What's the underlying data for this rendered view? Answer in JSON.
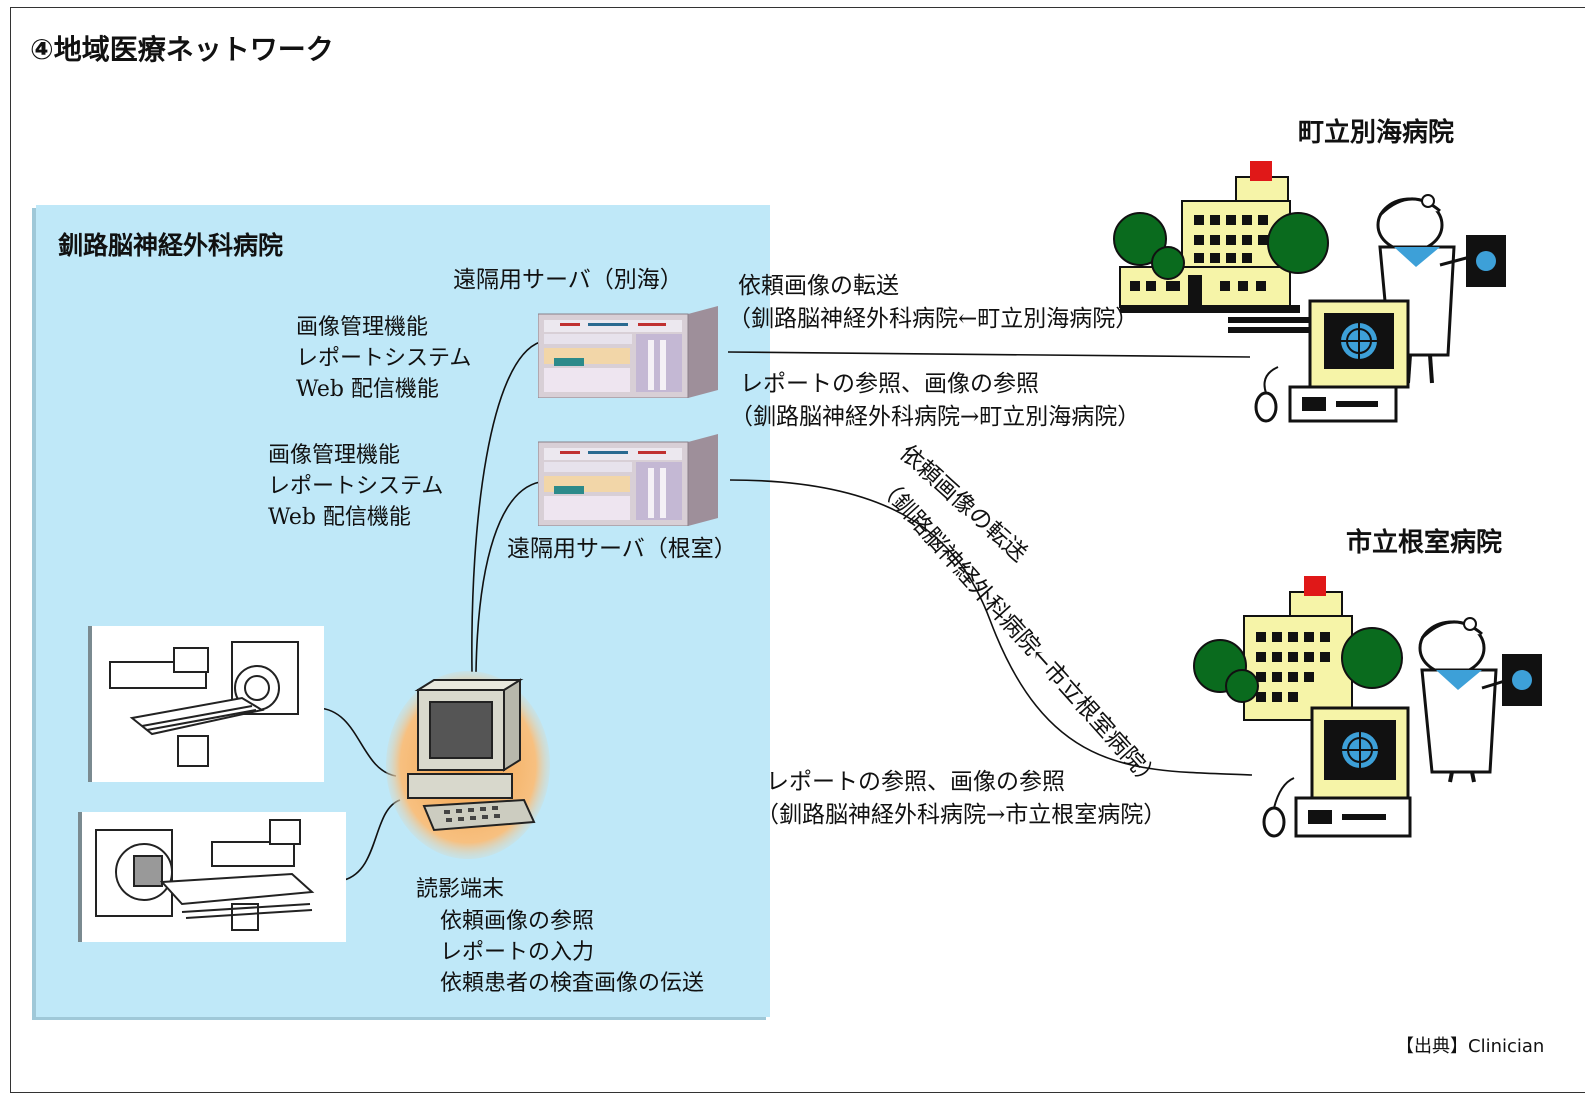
{
  "title": "④地域医療ネットワーク",
  "source": "【出典】Clinician",
  "main_hospital": {
    "name": "釧路脳神経外科病院",
    "server_betsukai": {
      "label": "遠隔用サーバ（別海）",
      "functions": [
        "画像管理機能",
        "レポートシステム",
        "Web 配信機能"
      ]
    },
    "server_nemuro": {
      "label": "遠隔用サーバ（根室）",
      "functions": [
        "画像管理機能",
        "レポートシステム",
        "Web 配信機能"
      ]
    },
    "terminal": {
      "label": "読影端末",
      "functions": [
        "依頼画像の参照",
        "レポートの入力",
        "依頼患者の検査画像の伝送"
      ]
    }
  },
  "remote_hospitals": {
    "betsukai": "町立別海病院",
    "nemuro": "市立根室病院"
  },
  "flows": {
    "betsukai_upload": [
      "依頼画像の転送",
      "（釧路脳神経外科病院←町立別海病院）"
    ],
    "betsukai_view": [
      "レポートの参照、画像の参照",
      "（釧路脳神経外科病院→町立別海病院）"
    ],
    "nemuro_upload": [
      "依頼画像の転送",
      "（釧路脳神経外科病院←市立根室病院）"
    ],
    "nemuro_view": [
      "レポートの参照、画像の参照",
      "（釧路脳神経外科病院→市立根室病院）"
    ]
  },
  "colors": {
    "panel": "#bfe8f8",
    "line": "#111111",
    "tree": "#0a6b1e",
    "building": "#f6f4a8",
    "cross": "#e01818",
    "terminal_glow": "#f4a24a"
  },
  "icons": [
    "hospital-building-icon",
    "doctor-icon",
    "computer-icon",
    "ct-scanner-icon",
    "server-icon"
  ]
}
